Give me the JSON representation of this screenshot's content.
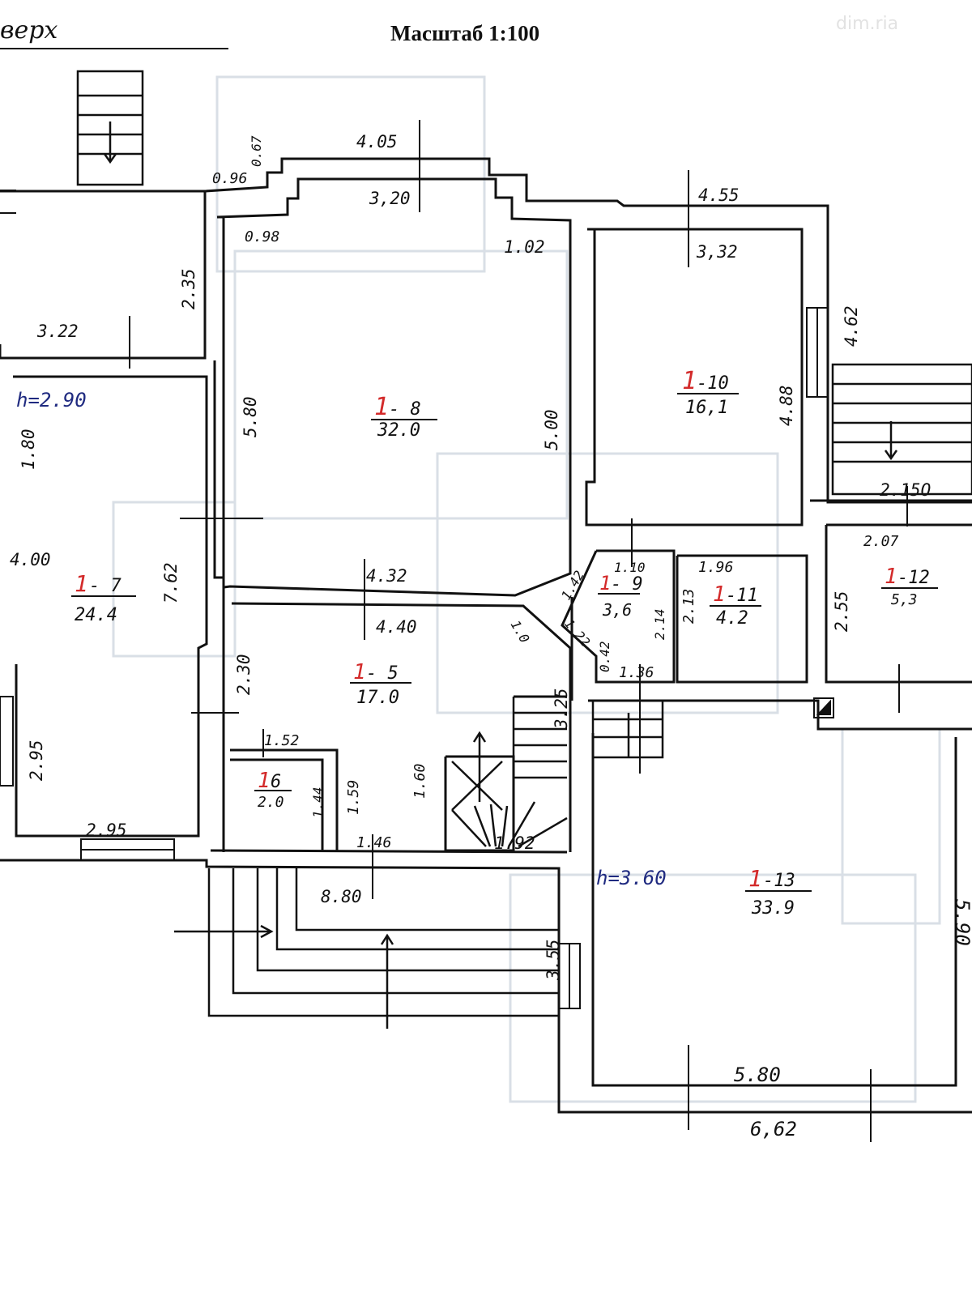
{
  "header": {
    "scale": "Масштаб 1:100",
    "floor_title": "верх",
    "watermark": "dim.ria"
  },
  "colors": {
    "ink": "#111111",
    "room_number": "#d32a2a",
    "handwritten": "#1f2a80",
    "ghost": "#d9dfe6"
  },
  "rooms": [
    {
      "number": "1",
      "suffix": "- 5",
      "area": "17.0"
    },
    {
      "number": "1",
      "suffix": "6",
      "area": "2.0"
    },
    {
      "number": "1",
      "suffix": "- 7",
      "area": "24.4"
    },
    {
      "number": "1",
      "suffix": "- 8",
      "area": "32.0"
    },
    {
      "number": "1",
      "suffix": "- 9",
      "area": "3,6"
    },
    {
      "number": "1",
      "suffix": "-10",
      "area": "16,1"
    },
    {
      "number": "1",
      "suffix": "-11",
      "area": "4.2"
    },
    {
      "number": "1",
      "suffix": "-12",
      "area": "5,3"
    },
    {
      "number": "1",
      "suffix": "-13",
      "area": "33.9"
    }
  ],
  "heights": [
    "h=2.90",
    "h=3.60"
  ],
  "dimensions": [
    "4.05",
    "0.67",
    "0.96",
    "3,20",
    "0.98",
    "1.02",
    "4.55",
    "3,32",
    "4.62",
    "2.35",
    "3.22",
    "1.80",
    "5.80",
    "5.00",
    "4.88",
    "4.00",
    "7.62",
    "2.15O",
    "2.07",
    "4.32",
    "4.40",
    "1.10",
    "1.42",
    "1.22",
    "2.14",
    "1.96",
    "2.13",
    "2.55",
    "1.36",
    "0.42",
    "1.0",
    "2.30",
    "3.25",
    "1.52",
    "1.44",
    "1.59",
    "1.60",
    "2.95",
    "2.95",
    "1.46",
    "1.92",
    "8.80",
    "3.55",
    "5.90",
    "5.80",
    "6,62"
  ]
}
